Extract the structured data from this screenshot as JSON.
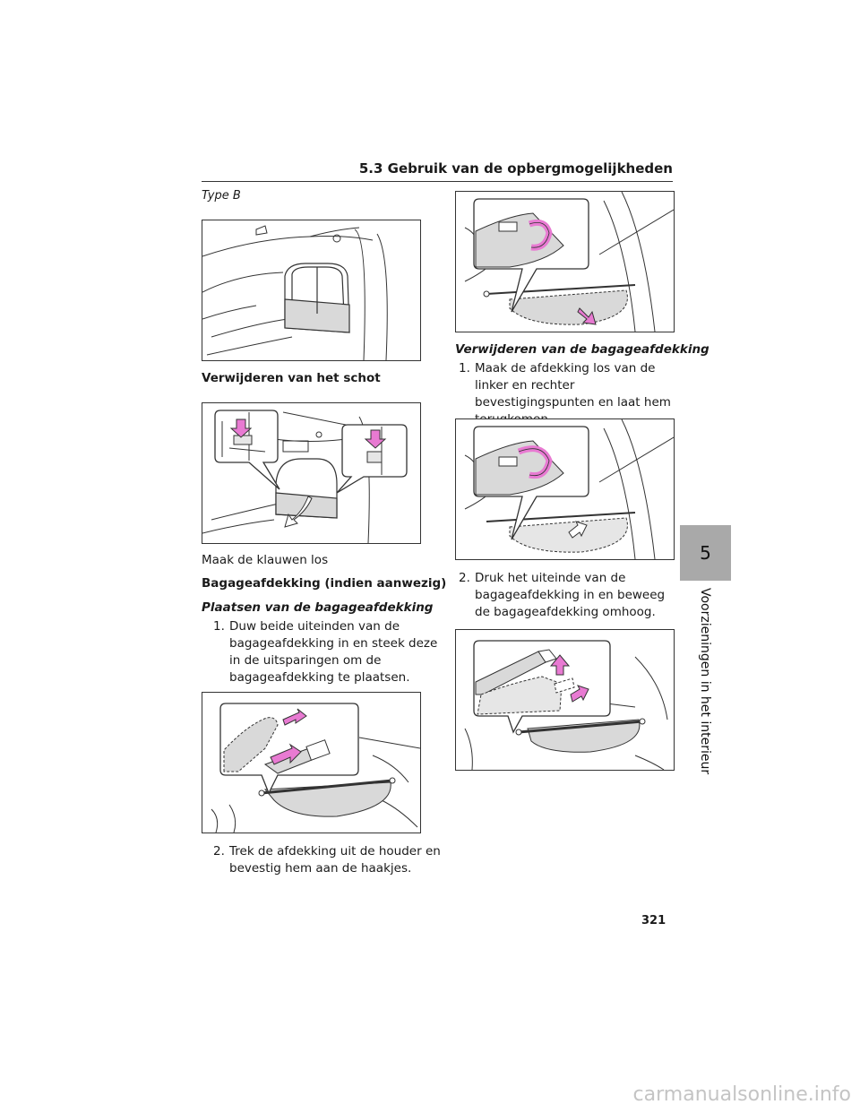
{
  "header": {
    "section_title": "5.3  Gebruik van de opbergmogelijkheden"
  },
  "left": {
    "type_label": "Type B",
    "heading_schot": "Verwijderen van het schot",
    "claws_caption": "Maak de klauwen los",
    "heading_cover": "Bagageafdekking (indien aanwezig)",
    "subheading_place": "Plaatsen van de bagageafdekking",
    "step1": {
      "num": "1.",
      "text": "Duw beide uiteinden van de bagageafdekking in en steek deze in de uitsparingen om de bagageafdekking te plaatsen."
    },
    "step2": {
      "num": "2.",
      "text": "Trek de afdekking uit de houder en bevestig hem aan de haakjes."
    }
  },
  "right": {
    "subheading_remove": "Verwijderen van de bagageafdekking",
    "step1": {
      "num": "1.",
      "text": "Maak de afdekking los van de linker en rechter bevestigingspunten en laat hem terugkomen."
    },
    "step2": {
      "num": "2.",
      "text": "Druk het uiteinde van de bagageafdekking in en beweeg de bagageafdekking omhoog."
    }
  },
  "side_tab": {
    "number": "5",
    "chapter": "Voorzieningen in het interieur"
  },
  "page_number": "321",
  "watermark": "carmanualsonline.info",
  "colors": {
    "arrow": "#e87ad2",
    "panel": "#d9d9d9",
    "tab": "#a9a9a9"
  }
}
